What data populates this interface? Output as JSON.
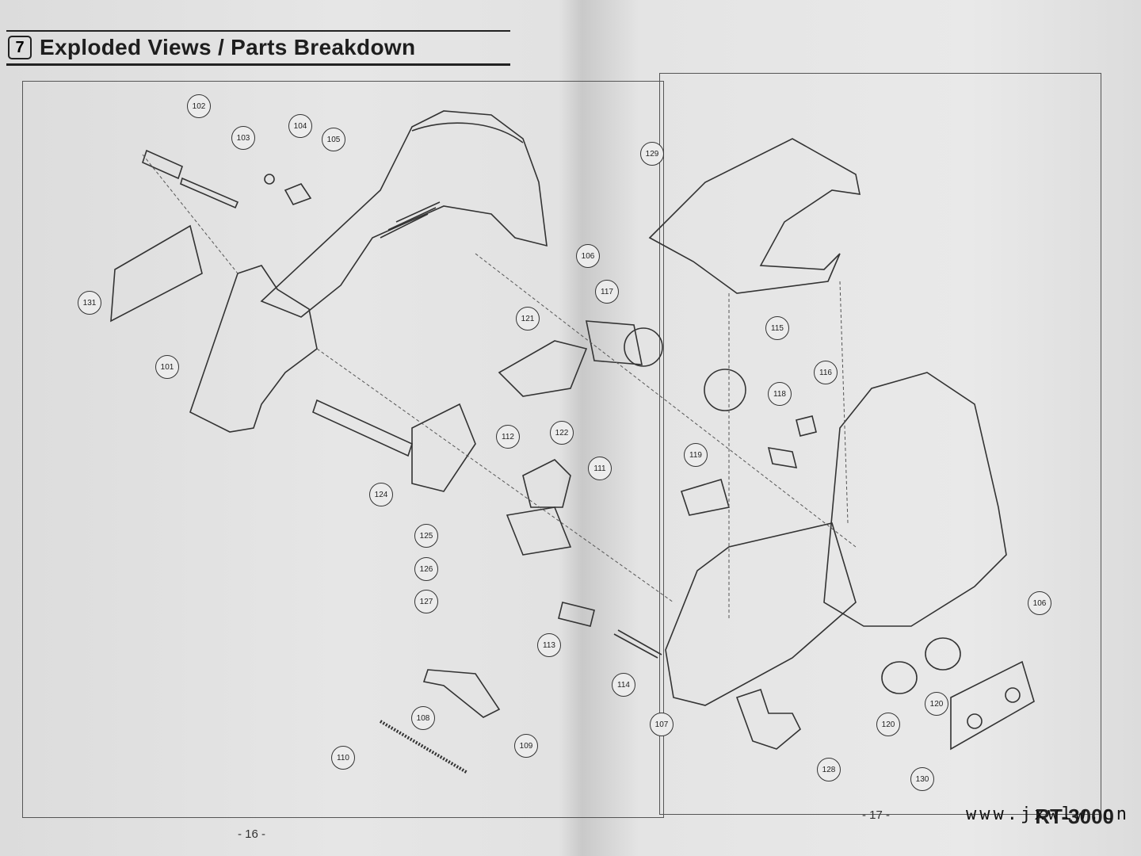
{
  "header": {
    "section_number": "7",
    "title": "Exploded Views / Parts Breakdown"
  },
  "pages": {
    "left": "- 16 -",
    "right": "- 17 -"
  },
  "model": "RT-3000",
  "watermark": "www.jxwlw.cn",
  "callouts": [
    "101",
    "102",
    "103",
    "104",
    "105",
    "106",
    "106",
    "107",
    "108",
    "109",
    "110",
    "111",
    "112",
    "113",
    "114",
    "115",
    "116",
    "117",
    "118",
    "119",
    "120",
    "120",
    "121",
    "122",
    "124",
    "125",
    "126",
    "127",
    "128",
    "129",
    "130",
    "131"
  ],
  "colors": {
    "paper": "#e6e6e6",
    "ink": "#222222"
  }
}
